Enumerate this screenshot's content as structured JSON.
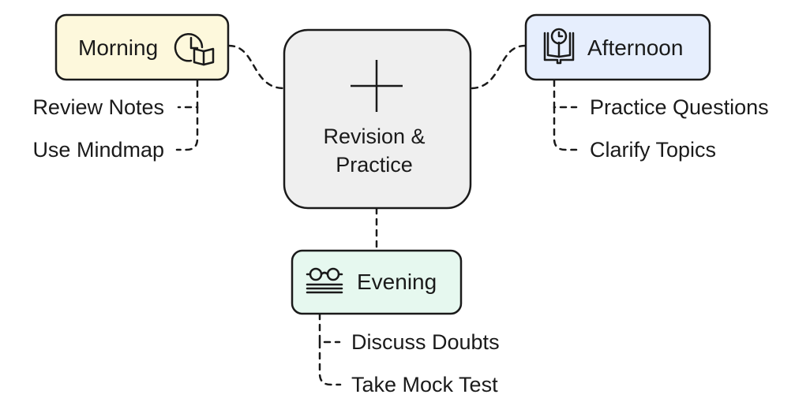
{
  "center": {
    "line1": "Revision &",
    "line2": "Practice",
    "icon": "plus-icon",
    "fill": "#efefef"
  },
  "branches": {
    "morning": {
      "label": "Morning",
      "icon": "clock-book-icon",
      "fill": "#fdf8dc",
      "items": [
        "Review Notes",
        "Use Mindmap"
      ]
    },
    "afternoon": {
      "label": "Afternoon",
      "icon": "book-clock-icon",
      "fill": "#e6eefd",
      "items": [
        "Practice Questions",
        "Clarify Topics"
      ]
    },
    "evening": {
      "label": "Evening",
      "icon": "glasses-books-icon",
      "fill": "#e6f8ef",
      "items": [
        "Discuss Doubts",
        "Take Mock Test"
      ]
    }
  }
}
